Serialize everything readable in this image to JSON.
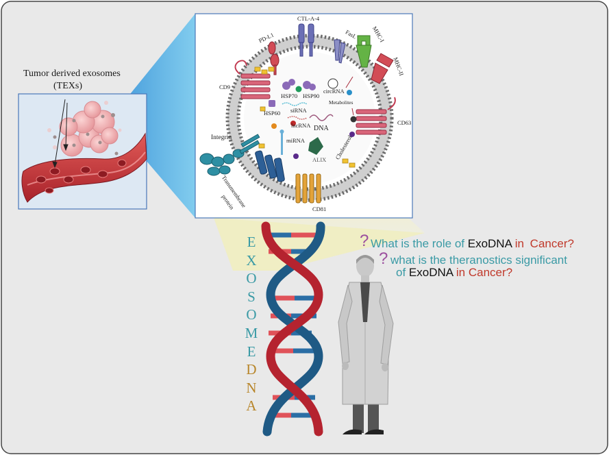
{
  "left_panel": {
    "title_line1": "Tumor derived exosomes",
    "title_line2": "(TEXs)"
  },
  "exosome": {
    "labels": {
      "ctla4": "CTL-A-4",
      "pdl1": "PD-L1",
      "fasl": "FasL",
      "mhc1": "MHC-I",
      "mhc2": "MHC-II",
      "cd9": "CD9",
      "hsp70": "HSP70",
      "hsp90": "HSP90",
      "circrna": "circRNA",
      "metabolites": "Metabolites",
      "sirna": "siRNA",
      "hsp60": "HSP60",
      "lncrna": "lncRNA",
      "dna": "DNA",
      "cd63": "CD63",
      "integrin": "Integrin",
      "mirna": "miRNA",
      "cholesterol": "Cholesterol",
      "alix": "ALIX",
      "transmembrane": "Transmembrane",
      "protein": "protein",
      "cd81": "CD81"
    }
  },
  "vertical_word": {
    "exosome_letters": [
      "E",
      "X",
      "O",
      "S",
      "O",
      "M",
      "E"
    ],
    "dna_letters": [
      "D",
      "N",
      "A"
    ]
  },
  "questions": {
    "mark": "?",
    "q1_a": "What is the role of ",
    "q1_b": "ExoDNA",
    "q1_c": " in ",
    "q1_d": "Cancer?",
    "q2_line1": "what is the theranostics significant",
    "q2_a": "of ",
    "q2_b": "ExoDNA",
    "q2_c": " in Cancer?"
  },
  "colors": {
    "teal": "#3a9aa5",
    "red": "#c0392b",
    "purple": "#9b4f9e",
    "gold": "#b8862b",
    "dna_red": "#b5232f",
    "dna_blue": "#1f5a85",
    "background": "#e9e9e9"
  }
}
